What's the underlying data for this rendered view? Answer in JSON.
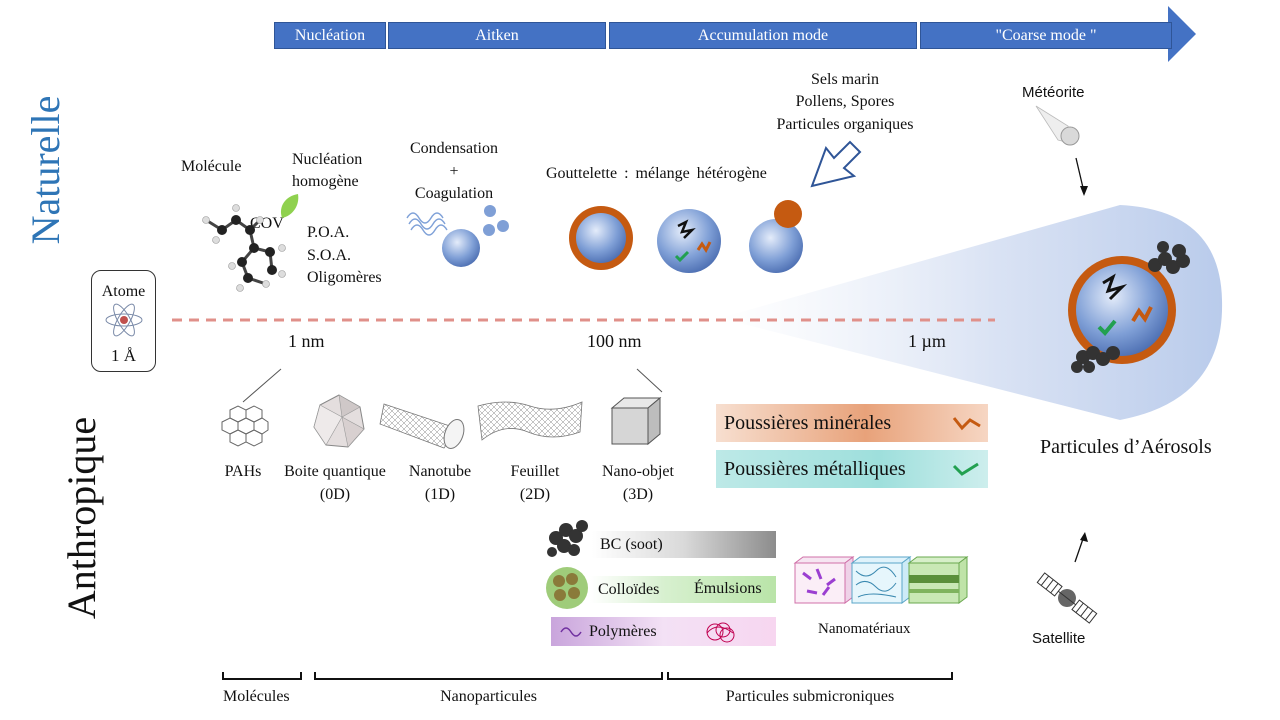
{
  "stages": [
    "Nucléation",
    "Aitken",
    "Accumulation mode",
    "\"Coarse mode \""
  ],
  "side_labels": {
    "natural": "Naturelle",
    "anthropic": "Anthropique"
  },
  "atom": {
    "title": "Atome",
    "size": "1 Å"
  },
  "scale_ticks": [
    "1 nm",
    "100 nm",
    "1 µm"
  ],
  "natural": {
    "molecule": "Molécule",
    "homogeneous_nucleation": [
      "Nucléation",
      "homogène"
    ],
    "cov": "COV",
    "poa_soa": [
      "P.O.A.",
      "S.O.A.",
      "Oligomères"
    ],
    "condensation": [
      "Condensation",
      "+",
      "Coagulation"
    ],
    "droplet": "Gouttelette : mélange hétérogène",
    "sources": [
      "Sels marin",
      "Pollens, Spores",
      "Particules organiques"
    ],
    "meteorite": "Météorite"
  },
  "anthropic": {
    "nano_objects": [
      {
        "name": "PAHs",
        "dim": ""
      },
      {
        "name": "Boite quantique",
        "dim": "(0D)"
      },
      {
        "name": "Nanotube",
        "dim": "(1D)"
      },
      {
        "name": "Feuillet",
        "dim": "(2D)"
      },
      {
        "name": "Nano-objet",
        "dim": "(3D)"
      }
    ],
    "mineral_dust": "Poussières minérales",
    "metal_dust": "Poussières métalliques",
    "bc": "BC (soot)",
    "colloids": "Colloïdes",
    "emulsions": "Émulsions",
    "polymers": "Polymères",
    "nanomaterials": "Nanomatériaux",
    "satellite": "Satellite"
  },
  "aerosol_label": "Particules d’Aérosols",
  "bottom_ranges": [
    "Molécules",
    "Nanoparticules",
    "Particules submicroniques"
  ],
  "colors": {
    "stage_blue": "#4472c4",
    "natural_blue": "#2e75b6",
    "dash_red": "#e0908a",
    "shell_orange": "#c55a11",
    "teal": "#9edfdc",
    "check_green": "#22a050"
  }
}
